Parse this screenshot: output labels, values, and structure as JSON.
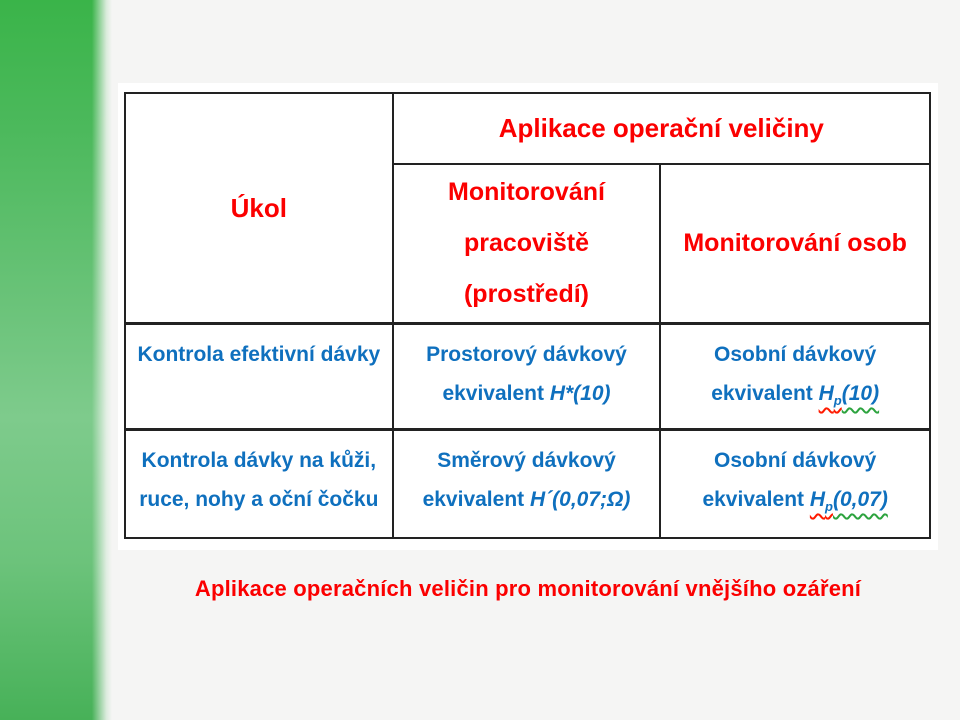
{
  "slide": {
    "background_color": "#f5f5f4",
    "panel_color": "#ffffff",
    "accent_bar": {
      "gradient_top": "#3ab449",
      "gradient_middle": "#7ecb8c",
      "gradient_bottom": "#47b158"
    }
  },
  "colors": {
    "header_text": "#fb0000",
    "body_text": "#0f70be",
    "caption_text": "#fb0000",
    "table_border": "#222222",
    "spellcheck_red": "#ff1a00",
    "spellcheck_green": "#2ca33e"
  },
  "table": {
    "header": {
      "task_label": "Úkol",
      "group_label": "Aplikace operační veličiny",
      "workplace_col": {
        "line1": "Monitorování",
        "line2": "pracoviště",
        "line3": "(prostředí)"
      },
      "persons_col": "Monitorování osob"
    },
    "rows": [
      {
        "task": "Kontrola efektivní dávky",
        "workplace": {
          "line1": "Prostorový dávkový",
          "prefix": "ekvivalent ",
          "formula": "H*(10)"
        },
        "persons": {
          "line1": "Osobní dávkový",
          "prefix": "ekvivalent ",
          "formula_main": "H",
          "formula_sub": "p",
          "formula_args": "(10)"
        }
      },
      {
        "task_line1": "Kontrola dávky na kůži,",
        "task_line2": "ruce, nohy a oční čočku",
        "workplace": {
          "line1": "Směrový dávkový",
          "prefix": "ekvivalent ",
          "formula": "H´(0,07;Ω)"
        },
        "persons": {
          "line1": "Osobní dávkový",
          "prefix": "ekvivalent ",
          "formula_main": "H",
          "formula_sub": "p",
          "formula_args": "(0,07)"
        }
      }
    ]
  },
  "caption": "Aplikace operačních veličin pro monitorování vnějšího ozáření"
}
